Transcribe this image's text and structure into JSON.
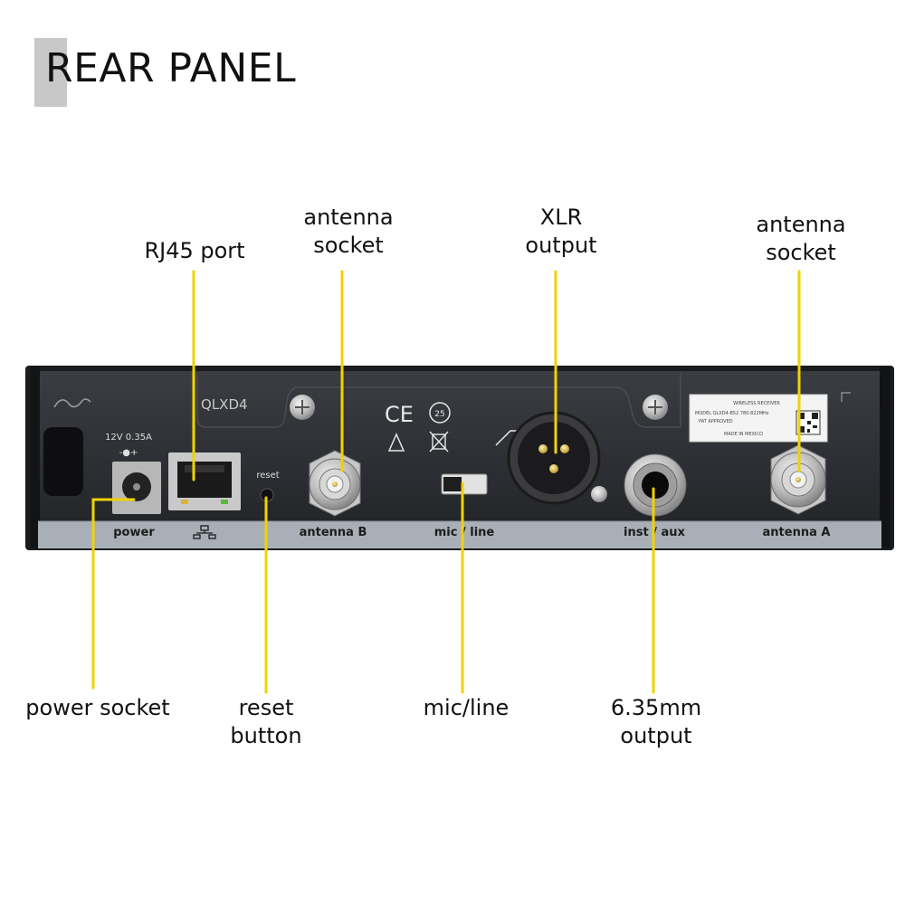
{
  "title": "REAR PANEL",
  "callouts": {
    "rj45": "RJ45 port",
    "antenna_b": [
      "antenna",
      "socket"
    ],
    "xlr": [
      "XLR",
      "output"
    ],
    "antenna_a": [
      "antenna",
      "socket"
    ],
    "power": "power socket",
    "reset": [
      "reset",
      "button"
    ],
    "micline": "mic/line",
    "jack": [
      "6.35mm",
      "output"
    ]
  },
  "panel": {
    "model": "QLXD4",
    "power_rating": "12V 0.35A",
    "polarity": "-●+",
    "reset_label": "reset",
    "strip": {
      "power": "power",
      "antenna_b": "antenna B",
      "mic_line": "mic / line",
      "inst_aux": "inst / aux",
      "antenna_a": "antenna A"
    },
    "ce_mark": "CE",
    "years_mark": "25",
    "sticker": [
      "WIRELESS RECEIVER",
      "MODEL QLXD4-B52   780-822MHz",
      "PAT APPROVED",
      "MADE IN MEXICO"
    ]
  },
  "colors": {
    "leader": "#f2d200",
    "panel": "#2b2d31",
    "strip": "#a9afb6",
    "title_block": "#c8c8c8"
  }
}
